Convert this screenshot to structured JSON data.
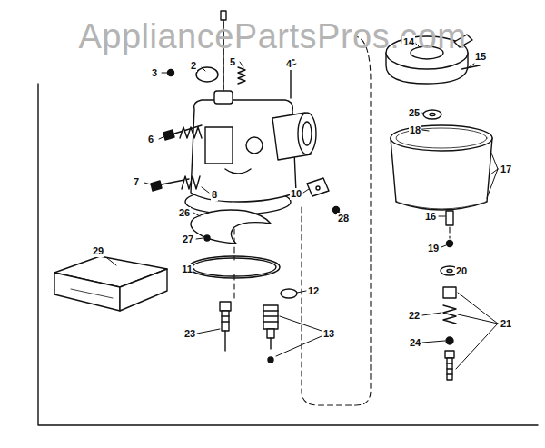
{
  "diagram": {
    "labels": [
      "AppliancePartsPros.com",
      "2",
      "3",
      "4",
      "5",
      "6",
      "7",
      "8",
      "10",
      "11",
      "12",
      "13",
      "14",
      "15",
      "16",
      "17",
      "18",
      "19",
      "20",
      "21",
      "22",
      "23",
      "24",
      "25",
      "26",
      "27",
      "28",
      "29"
    ]
  }
}
